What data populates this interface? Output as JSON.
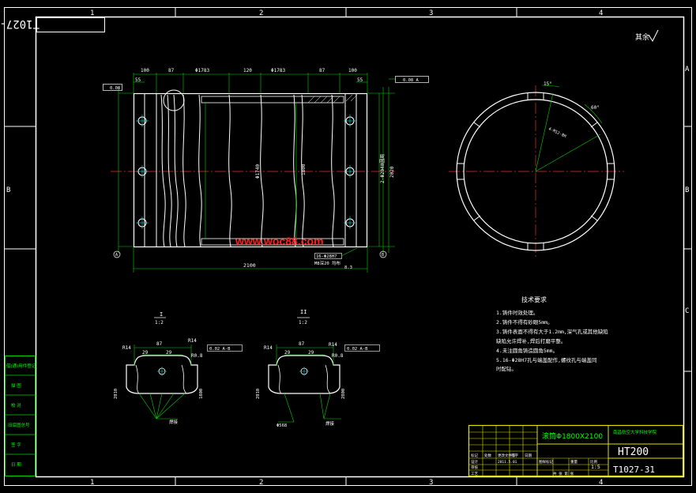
{
  "drawing_number": "T1027-31",
  "zones": {
    "columns": [
      "1",
      "2",
      "3",
      "4"
    ],
    "rows": [
      "A",
      "B",
      "C"
    ]
  },
  "roughness_note": "其余",
  "watermark": "www.woc88.com",
  "front_view": {
    "dims_top": [
      "100",
      "87",
      "Φ1783",
      "120",
      "Φ1783",
      "87",
      "100"
    ],
    "dim_55_left": "55",
    "dim_55_right": "55",
    "dim_overall_length": "2100",
    "dim_bore": "Φ1740",
    "dim_od": "1800",
    "dim_flange_od": "2020",
    "dim_pcd": "2-Φ2040圆周",
    "hole_note_1": "16-Φ28H7",
    "hole_note_2": "M8深20 均布",
    "dim_small": "8.3",
    "tol_left": "0.08",
    "tol_right": "0.08 A",
    "datum_a": "A",
    "datum_b": "B"
  },
  "side_view": {
    "angle_1": "15°",
    "angle_2": "60°",
    "hole_label": "4-M12-8H"
  },
  "detail_I": {
    "label": "I",
    "scale": "1:2",
    "dims": [
      "R14",
      "87",
      "29",
      "29",
      "R14",
      "R0.8"
    ],
    "tol": "0.02 A-B",
    "side_left": "2810",
    "side_right": "1800",
    "leader": "焊接"
  },
  "detail_II": {
    "label": "II",
    "scale": "1:2",
    "dims": [
      "R14",
      "87",
      "29",
      "29",
      "R14",
      "R0.8"
    ],
    "tol": "0.02 A-B",
    "side_left": "2810",
    "side_right": "2800",
    "leader_left": "Φ568",
    "leader_right": "焊接"
  },
  "tech_req": {
    "title": "技术要求",
    "items": [
      "1.铸件时效处理。",
      "2.铸件不得有砂眼5mm。",
      "3.铸件表面不得有大于1.2mm,深气孔或其他缺陷",
      "  缺陷允许焊补,焊后打磨平整。",
      "4.未注圆角铸造圆角5mm。",
      "5.16-Φ28H7孔与端盖配作,螺纹孔与端盖同",
      "  时配钻。"
    ]
  },
  "left_strip": [
    "借(通)用件登记",
    "描 图",
    "校 对",
    "旧底图总号",
    "签 字",
    "日 期"
  ],
  "title_block": {
    "part_name": "滚筒Φ1800X2100",
    "school": "南昌航空大学科技学院",
    "material": "HT200",
    "drawing_no": "T1027-31",
    "scale": "1:5",
    "header_row": [
      "标记",
      "处数",
      "更改文件号",
      "签字",
      "日期"
    ],
    "row_labels": [
      "设计",
      "审核",
      "工艺"
    ],
    "row_date": "2011.5.01",
    "right_labels": [
      "图样标记",
      "重量",
      "比例"
    ],
    "sheet": "共 张  第 张"
  }
}
